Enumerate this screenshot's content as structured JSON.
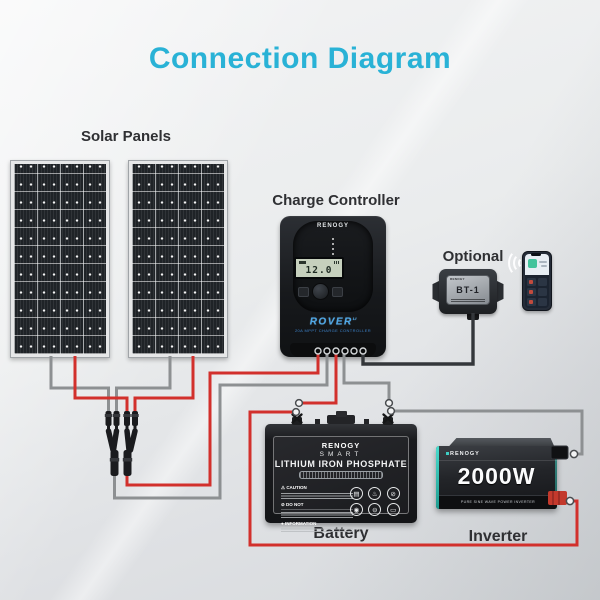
{
  "title": "Connection Diagram",
  "colors": {
    "accent": "#29b2d6",
    "wire_positive_red": "#d2302c",
    "wire_negative_gray": "#8d9092",
    "wire_comm_black": "#34373b",
    "inverter_teal": "#3ecfc4"
  },
  "solar": {
    "label": "Solar Panels"
  },
  "controller": {
    "label": "Charge Controller",
    "brand": "RENOGY",
    "lcd_value": "12.0",
    "model": "ROVER",
    "model_suffix": "LI",
    "subtitle": "20A MPPT CHARGE CONTROLLER"
  },
  "optional": {
    "label": "Optional",
    "device_brand": "RENOGY",
    "device_name": "BT-1"
  },
  "battery": {
    "label": "Battery",
    "brand": "RENOGY",
    "line1": "SMART",
    "line2": "LITHIUM IRON PHOSPHATE",
    "caution_icon": "⚠",
    "caution": "CAUTION",
    "do_not_icon": "⊘",
    "do_not": "DO NOT",
    "information_icon": "●",
    "information": "INFORMATION",
    "icons": [
      "▤",
      "♨",
      "⊘",
      "◉",
      "⊖",
      "▭"
    ]
  },
  "inverter": {
    "label": "Inverter",
    "brand": "RENOGY",
    "power": "2000W",
    "band": "PURE SINE WAVE POWER INVERTER"
  }
}
